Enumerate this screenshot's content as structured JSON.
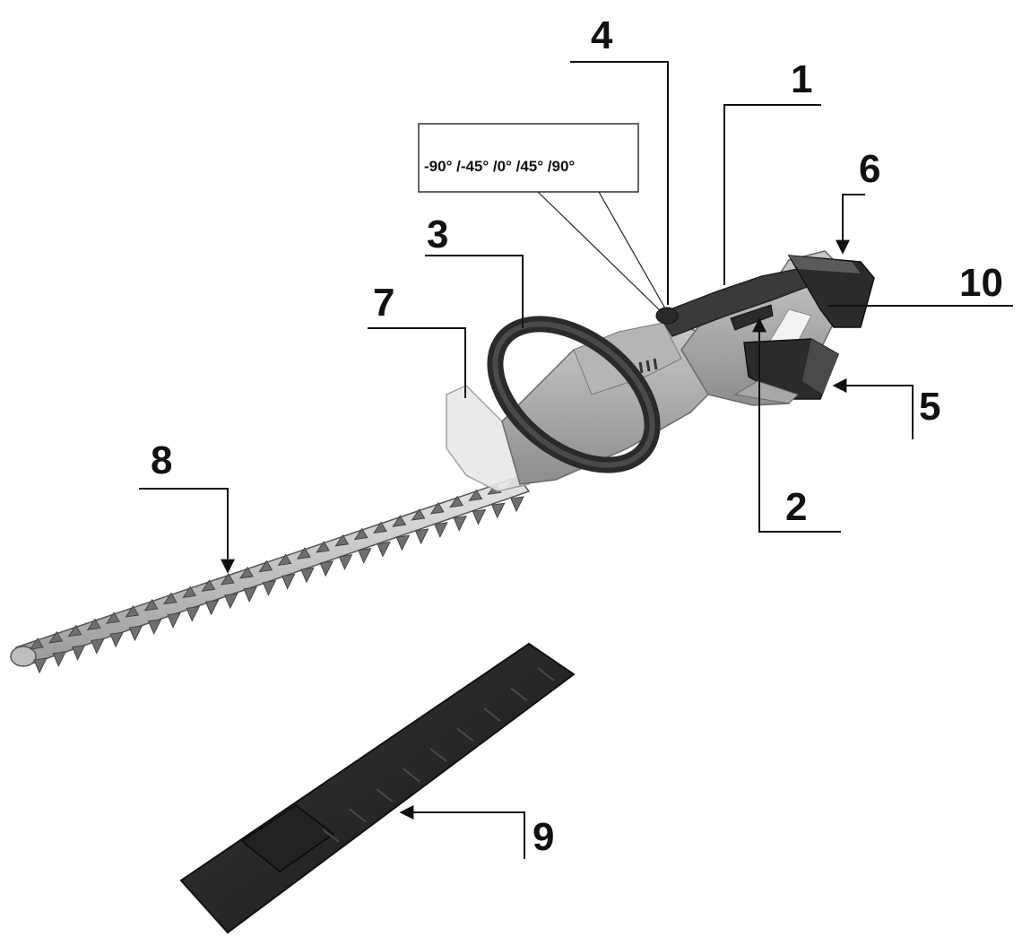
{
  "diagram": {
    "angle_label": "-90° /-45° /0° /45° /90°",
    "callouts": [
      {
        "id": "1",
        "label": "1"
      },
      {
        "id": "2",
        "label": "2"
      },
      {
        "id": "3",
        "label": "3"
      },
      {
        "id": "4",
        "label": "4"
      },
      {
        "id": "5",
        "label": "5"
      },
      {
        "id": "6",
        "label": "6"
      },
      {
        "id": "7",
        "label": "7"
      },
      {
        "id": "8",
        "label": "8"
      },
      {
        "id": "9",
        "label": "9"
      },
      {
        "id": "10",
        "label": "10"
      }
    ]
  }
}
